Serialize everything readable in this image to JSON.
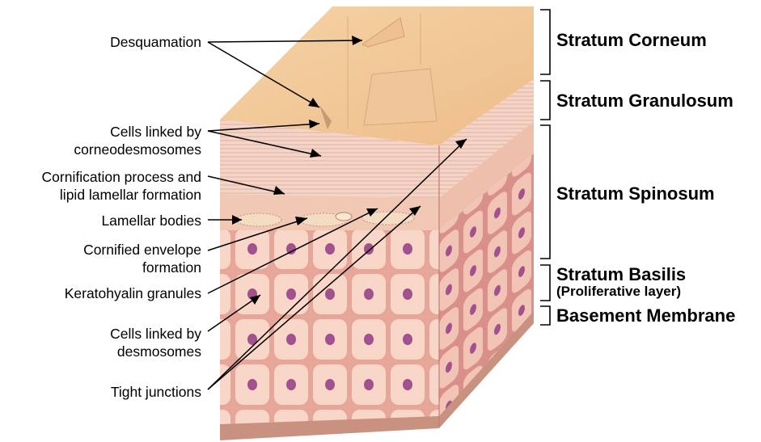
{
  "callouts": {
    "desquamation": "Desquamation",
    "corneodesmosomes": [
      "Cells linked by",
      "corneodesmosomes"
    ],
    "cornification": [
      "Cornification process and",
      "lipid lamellar formation"
    ],
    "lamellar_bodies": "Lamellar bodies",
    "cornified_envelope": [
      "Cornified envelope",
      "formation"
    ],
    "keratohyalin": "Keratohyalin granules",
    "desmosomes": [
      "Cells linked by",
      "desmosomes"
    ],
    "tight_junctions": "Tight junctions"
  },
  "layers": {
    "corneum": "Stratum Corneum",
    "granulosum": "Stratum Granulosum",
    "spinosum": "Stratum Spinosum",
    "basilis": "Stratum Basilis",
    "basilis_sub": "(Proliferative layer)",
    "basement": "Basement Membrane"
  },
  "colors": {
    "corneum_top": "#f3c896",
    "corneum_side": "#f2d2c2",
    "cell_fill": "#f6cfc0",
    "cell_border": "#d48a84",
    "nucleus": "#a2508e",
    "basement": "#c99280"
  }
}
